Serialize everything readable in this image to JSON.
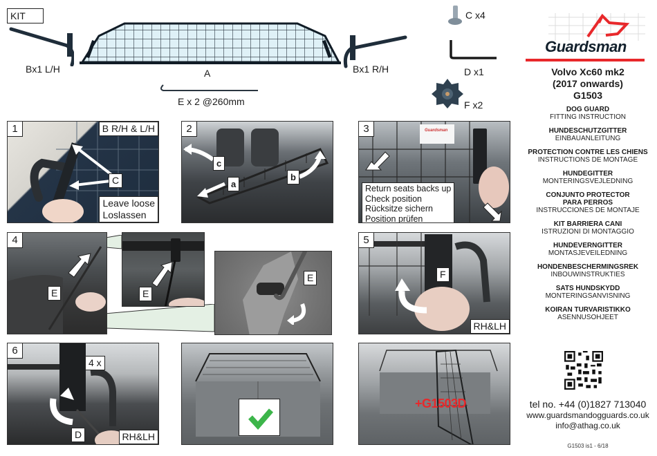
{
  "kit": {
    "title": "KIT",
    "parts": [
      {
        "id": "A",
        "label": "A",
        "icon": "mesh-guard-icon"
      },
      {
        "id": "B-LH",
        "label": "Bx1 L/H",
        "icon": "bracket-left-icon"
      },
      {
        "id": "B-RH",
        "label": "Bx1 R/H",
        "icon": "bracket-right-icon"
      },
      {
        "id": "C",
        "label": "C x4",
        "icon": "bolt-icon"
      },
      {
        "id": "D",
        "label": "D x1",
        "icon": "allen-key-icon"
      },
      {
        "id": "E",
        "label": "E x 2 @260mm",
        "icon": "hook-rod-icon"
      },
      {
        "id": "F",
        "label": "F x2",
        "icon": "star-knob-icon"
      }
    ]
  },
  "brand": {
    "name": "Guardsman",
    "accent_color": "#e8282b",
    "text_color": "#12202c"
  },
  "product": {
    "model_line1": "Volvo Xc60 mk2",
    "model_line2": "(2017 onwards)",
    "code": "G1503"
  },
  "languages": [
    {
      "title": "DOG GUARD",
      "subtitle": "FITTING INSTRUCTION"
    },
    {
      "title": "HUNDESCHUTZGITTER",
      "subtitle": "EINBAUANLEITUNG"
    },
    {
      "title": "PROTECTION CONTRE LES CHIENS",
      "subtitle": "INSTRUCTIONS DE MONTAGE"
    },
    {
      "title": "HUNDEGITTER",
      "subtitle": "MONTERINGSVEJLEDNING"
    },
    {
      "title": "CONJUNTO PROTECTOR PARA PERROS",
      "subtitle": "INSTRUCCIONES DE MONTAJE"
    },
    {
      "title": "KIT BARRIERA CANI",
      "subtitle": "ISTRUZIONI DI MONTAGGIO"
    },
    {
      "title": "HUNDEVERNGITTER",
      "subtitle": "MONTASJEVEILEDNING"
    },
    {
      "title": "HONDENBESCHERMINGSREK",
      "subtitle": "INBOUWINSTRUKTIES"
    },
    {
      "title": "SATS HUNDSKYDD",
      "subtitle": "MONTERINGSANVISNING"
    },
    {
      "title": "KOIRAN TURVARISTIKKO",
      "subtitle": "ASENNUSOHJEET"
    }
  ],
  "contact": {
    "tel": "tel no. +44 (0)1827 713040",
    "website": "www.guardsmandogguards.co.uk",
    "email": "info@athag.co.uk"
  },
  "footer": {
    "doc_code": "G1503 is1 - 6/18"
  },
  "steps": [
    {
      "number": "1",
      "tags": [
        "B R/H & L/H",
        "C"
      ],
      "note_line1": "Leave loose",
      "note_line2": "Loslassen"
    },
    {
      "number": "2",
      "tags": [
        "a",
        "b",
        "c"
      ]
    },
    {
      "number": "3",
      "note_lines": [
        "Return seats backs up",
        "Check position",
        "Rücksitze sichern",
        "Position prüfen"
      ]
    },
    {
      "number": "4",
      "tags": [
        "E",
        "E",
        "E"
      ]
    },
    {
      "number": "5",
      "tags": [
        "F",
        "RH&LH"
      ]
    },
    {
      "number": "6",
      "tags": [
        "4 x",
        "D",
        "RH&LH"
      ]
    },
    {
      "number": "",
      "result": "check-icon",
      "check_color": "#3cb54a"
    },
    {
      "number": "",
      "promo": "+G1503D"
    }
  ]
}
